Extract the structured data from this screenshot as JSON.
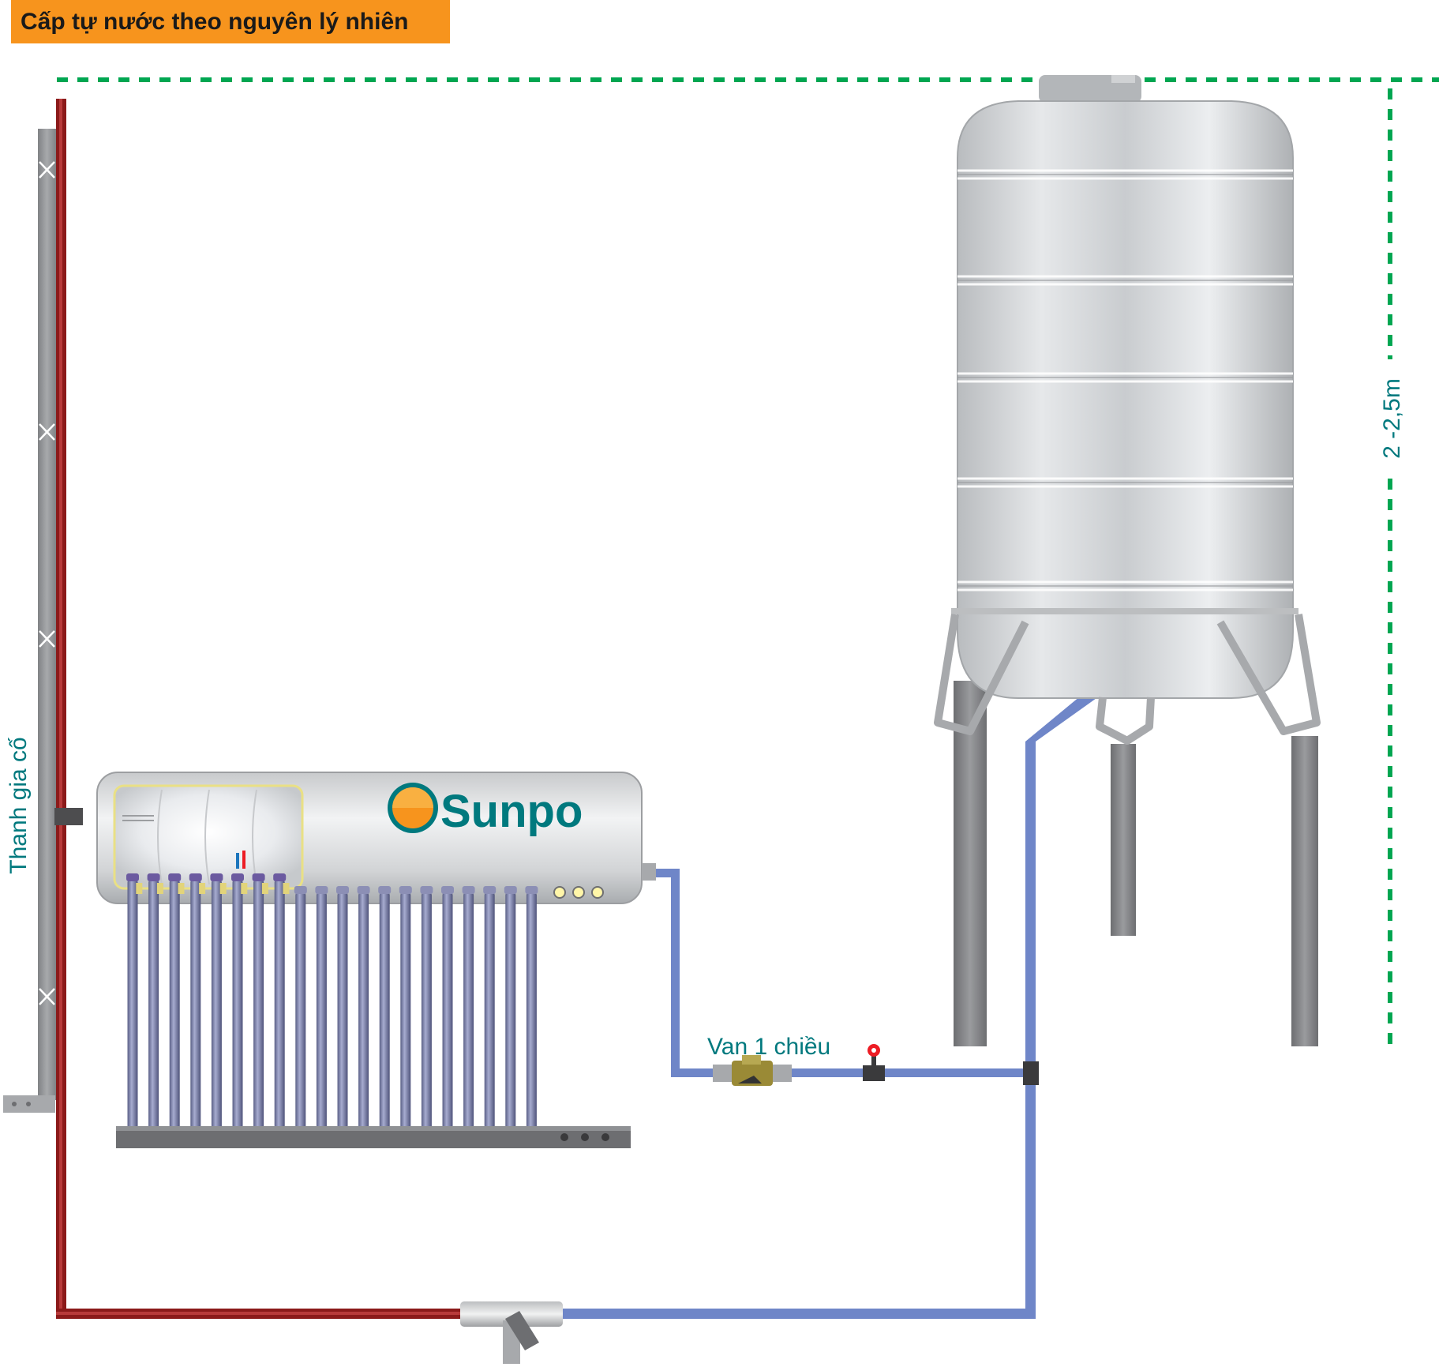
{
  "title": "Cấp tự nước theo nguyên lý nhiên",
  "labels": {
    "brace": "Thanh gia cố",
    "height": "2 -2,5m",
    "check_valve": "Van 1 chiều",
    "brand": "Sunpo"
  },
  "colors": {
    "title_bg": "#f7941d",
    "label_text": "#00797e",
    "guide_line": "#00a651",
    "hot_pipe": "#8b1a1a",
    "cold_pipe": "#6f86c8",
    "brand_text": "#00797e",
    "logo_orange": "#f7941d"
  },
  "icons": [
    "check-valve-icon",
    "gate-valve-icon",
    "mixing-tee-icon",
    "hot-cold-indicator-icon"
  ]
}
